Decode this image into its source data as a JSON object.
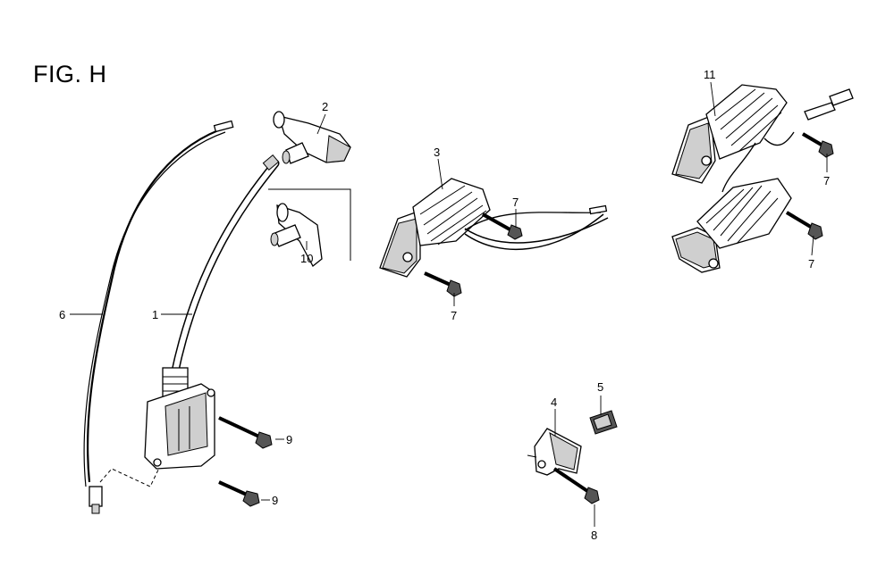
{
  "figure": {
    "title": "FIG. H"
  },
  "callouts": {
    "c1": "1",
    "c2": "2",
    "c3": "3",
    "c4": "4",
    "c5": "5",
    "c6": "6",
    "c7a": "7",
    "c7b": "7",
    "c7c": "7",
    "c7d": "7",
    "c8": "8",
    "c9a": "9",
    "c9b": "9",
    "c10": "10",
    "c11": "11"
  }
}
